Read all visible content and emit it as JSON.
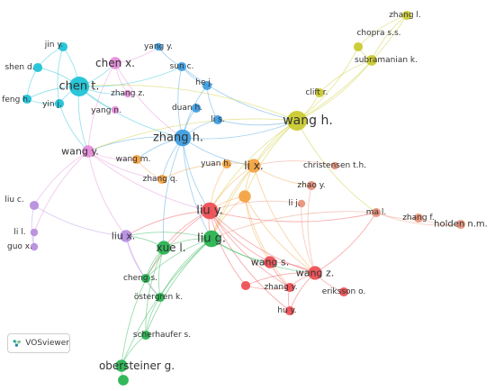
{
  "app": {
    "name": "VOSviewer"
  },
  "colors": {
    "cyan": "#19c2d6",
    "pink": "#e58ad8",
    "blue": "#3a9be0",
    "yellow": "#c9c92a",
    "orange": "#f3a13e",
    "red": "#ee4b50",
    "salmon": "#e89078",
    "purple": "#b58be0",
    "green": "#22b24c"
  },
  "nodes": [
    {
      "id": "chen_t",
      "label": "chen t.",
      "cluster": "cyan",
      "weight": 10
    },
    {
      "id": "jin_y",
      "label": "jin y.",
      "cluster": "cyan",
      "weight": 3
    },
    {
      "id": "shen_d",
      "label": "shen d.",
      "cluster": "cyan",
      "weight": 3
    },
    {
      "id": "feng_h",
      "label": "feng h.",
      "cluster": "cyan",
      "weight": 3
    },
    {
      "id": "yin_j",
      "label": "yin j.",
      "cluster": "cyan",
      "weight": 3
    },
    {
      "id": "chen_x",
      "label": "chen x.",
      "cluster": "pink",
      "weight": 5
    },
    {
      "id": "yang_y",
      "label": "yang y.",
      "cluster": "blue",
      "weight": 2
    },
    {
      "id": "sun_c",
      "label": "sun c.",
      "cluster": "blue",
      "weight": 3
    },
    {
      "id": "zhang_z",
      "label": "zhang z.",
      "cluster": "pink",
      "weight": 2
    },
    {
      "id": "yang_n",
      "label": "yang n.",
      "cluster": "pink",
      "weight": 2
    },
    {
      "id": "he_j",
      "label": "he j.",
      "cluster": "blue",
      "weight": 3
    },
    {
      "id": "duan_h",
      "label": "duan h.",
      "cluster": "blue",
      "weight": 3
    },
    {
      "id": "li_s",
      "label": "li s.",
      "cluster": "blue",
      "weight": 3
    },
    {
      "id": "zhang_h",
      "label": "zhang h.",
      "cluster": "blue",
      "weight": 8
    },
    {
      "id": "wang_y",
      "label": "wang y.",
      "cluster": "pink",
      "weight": 5
    },
    {
      "id": "wang_m",
      "label": "wang m.",
      "cluster": "orange",
      "weight": 3
    },
    {
      "id": "zhang_q",
      "label": "zhang q.",
      "cluster": "orange",
      "weight": 3
    },
    {
      "id": "yuan_h",
      "label": "yuan h.",
      "cluster": "orange",
      "weight": 3
    },
    {
      "id": "li_x",
      "label": "li x.",
      "cluster": "orange",
      "weight": 6
    },
    {
      "id": "wang_h",
      "label": "wang h.",
      "cluster": "yellow",
      "weight": 10
    },
    {
      "id": "zhang_l",
      "label": "zhang l.",
      "cluster": "yellow",
      "weight": 3
    },
    {
      "id": "chopra",
      "label": "chopra s.s.",
      "cluster": "yellow",
      "weight": 3
    },
    {
      "id": "subra",
      "label": "subramanian k.",
      "cluster": "yellow",
      "weight": 4
    },
    {
      "id": "clift_r",
      "label": "clift r.",
      "cluster": "yellow",
      "weight": 3
    },
    {
      "id": "christensen",
      "label": "christensen t.h.",
      "cluster": "salmon",
      "weight": 2
    },
    {
      "id": "zhao_y",
      "label": "zhao y.",
      "cluster": "salmon",
      "weight": 3
    },
    {
      "id": "li_j",
      "label": "li j.",
      "cluster": "salmon",
      "weight": 2
    },
    {
      "id": "ma_l",
      "label": "ma l.",
      "cluster": "salmon",
      "weight": 3
    },
    {
      "id": "zhang_f",
      "label": "zhang f.",
      "cluster": "salmon",
      "weight": 3
    },
    {
      "id": "holden",
      "label": "holden n.m.",
      "cluster": "salmon",
      "weight": 3
    },
    {
      "id": "liu_c",
      "label": "liu c.",
      "cluster": "purple",
      "weight": 3
    },
    {
      "id": "li_l",
      "label": "li l.",
      "cluster": "purple",
      "weight": 2
    },
    {
      "id": "guo_x",
      "label": "guo x.",
      "cluster": "purple",
      "weight": 2
    },
    {
      "id": "liu_x",
      "label": "liu x.",
      "cluster": "purple",
      "weight": 5
    },
    {
      "id": "liu_y",
      "label": "liu y.",
      "cluster": "red",
      "weight": 8
    },
    {
      "id": "liu_g",
      "label": "liu g.",
      "cluster": "green",
      "weight": 8
    },
    {
      "id": "xue_l",
      "label": "xue l.",
      "cluster": "green",
      "weight": 6
    },
    {
      "id": "wang_s",
      "label": "wang s.",
      "cluster": "red",
      "weight": 5
    },
    {
      "id": "wang_z",
      "label": "wang z.",
      "cluster": "red",
      "weight": 6
    },
    {
      "id": "zhang_y",
      "label": "zhang y.",
      "cluster": "red",
      "weight": 3
    },
    {
      "id": "hu_y",
      "label": "hu y.",
      "cluster": "red",
      "weight": 3
    },
    {
      "id": "eriksson",
      "label": "eriksson o.",
      "cluster": "red",
      "weight": 3
    },
    {
      "id": "cheng_s",
      "label": "cheng s.",
      "cluster": "green",
      "weight": 3
    },
    {
      "id": "ostergren",
      "label": "östergren k.",
      "cluster": "green",
      "weight": 3
    },
    {
      "id": "scherhaufer",
      "label": "scherhaufer s.",
      "cluster": "green",
      "weight": 3
    },
    {
      "id": "obersteiner",
      "label": "obersteiner g.",
      "cluster": "green",
      "weight": 5
    },
    {
      "id": "orange_hub",
      "label": "",
      "cluster": "orange",
      "weight": 5
    },
    {
      "id": "red_small",
      "label": "",
      "cluster": "red",
      "weight": 3
    },
    {
      "id": "green_bottom",
      "label": "",
      "cluster": "green",
      "weight": 4
    }
  ],
  "edges": [
    [
      "chen_t",
      "jin_y"
    ],
    [
      "chen_t",
      "shen_d"
    ],
    [
      "chen_t",
      "feng_h"
    ],
    [
      "chen_t",
      "yin_j"
    ],
    [
      "chen_t",
      "chen_x"
    ],
    [
      "chen_t",
      "zhang_z"
    ],
    [
      "chen_t",
      "zhang_h"
    ],
    [
      "chen_t",
      "wang_y"
    ],
    [
      "chen_t",
      "sun_c"
    ],
    [
      "chen_t",
      "yang_n"
    ],
    [
      "jin_y",
      "shen_d"
    ],
    [
      "jin_y",
      "yin_j"
    ],
    [
      "shen_d",
      "feng_h"
    ],
    [
      "feng_h",
      "yin_j"
    ],
    [
      "yin_j",
      "wang_y"
    ],
    [
      "chen_x",
      "zhang_z"
    ],
    [
      "chen_x",
      "wang_y"
    ],
    [
      "chen_x",
      "zhang_h"
    ],
    [
      "chen_x",
      "yang_y"
    ],
    [
      "yang_y",
      "sun_c"
    ],
    [
      "sun_c",
      "zhang_h"
    ],
    [
      "sun_c",
      "he_j"
    ],
    [
      "sun_c",
      "wang_h"
    ],
    [
      "he_j",
      "zhang_h"
    ],
    [
      "duan_h",
      "zhang_h"
    ],
    [
      "li_s",
      "zhang_h"
    ],
    [
      "li_s",
      "wang_h"
    ],
    [
      "he_j",
      "li_s"
    ],
    [
      "zhang_h",
      "wang_h"
    ],
    [
      "zhang_h",
      "wang_m"
    ],
    [
      "zhang_h",
      "zhang_q"
    ],
    [
      "zhang_h",
      "li_x"
    ],
    [
      "zhang_h",
      "liu_y"
    ],
    [
      "zhang_h",
      "liu_g"
    ],
    [
      "zhang_h",
      "wang_y"
    ],
    [
      "zhang_h",
      "xue_l"
    ],
    [
      "wang_y",
      "wang_m"
    ],
    [
      "wang_y",
      "liu_x"
    ],
    [
      "wang_y",
      "liu_c"
    ],
    [
      "wang_y",
      "li_l"
    ],
    [
      "wang_y",
      "liu_y"
    ],
    [
      "wang_y",
      "zhang_q"
    ],
    [
      "liu_c",
      "guo_x"
    ],
    [
      "li_l",
      "guo_x"
    ],
    [
      "liu_c",
      "liu_x"
    ],
    [
      "wang_h",
      "zhang_l"
    ],
    [
      "wang_h",
      "chopra"
    ],
    [
      "wang_h",
      "subra"
    ],
    [
      "wang_h",
      "clift_r"
    ],
    [
      "wang_h",
      "li_x"
    ],
    [
      "wang_h",
      "liu_y"
    ],
    [
      "wang_h",
      "liu_g"
    ],
    [
      "wang_h",
      "chen_t"
    ],
    [
      "wang_h",
      "orange_hub"
    ],
    [
      "wang_h",
      "wang_y"
    ],
    [
      "zhang_l",
      "chopra"
    ],
    [
      "chopra",
      "subra"
    ],
    [
      "subra",
      "clift_r"
    ],
    [
      "zhang_l",
      "subra"
    ],
    [
      "li_x",
      "yuan_h"
    ],
    [
      "li_x",
      "orange_hub"
    ],
    [
      "li_x",
      "liu_y"
    ],
    [
      "li_x",
      "liu_g"
    ],
    [
      "li_x",
      "zhao_y"
    ],
    [
      "li_x",
      "wang_z"
    ],
    [
      "orange_hub",
      "liu_y"
    ],
    [
      "orange_hub",
      "liu_g"
    ],
    [
      "orange_hub",
      "wang_s"
    ],
    [
      "orange_hub",
      "wang_z"
    ],
    [
      "orange_hub",
      "zhang_y"
    ],
    [
      "liu_y",
      "liu_g"
    ],
    [
      "liu_y",
      "xue_l"
    ],
    [
      "liu_y",
      "wang_s"
    ],
    [
      "liu_y",
      "wang_z"
    ],
    [
      "liu_y",
      "zhang_y"
    ],
    [
      "liu_y",
      "hu_y"
    ],
    [
      "liu_y",
      "red_small"
    ],
    [
      "liu_y",
      "liu_x"
    ],
    [
      "liu_y",
      "cheng_s"
    ],
    [
      "liu_y",
      "ma_l"
    ],
    [
      "liu_g",
      "xue_l"
    ],
    [
      "liu_g",
      "cheng_s"
    ],
    [
      "liu_g",
      "ostergren"
    ],
    [
      "liu_g",
      "scherhaufer"
    ],
    [
      "liu_g",
      "obersteiner"
    ],
    [
      "liu_g",
      "wang_s"
    ],
    [
      "liu_g",
      "liu_x"
    ],
    [
      "liu_g",
      "wang_z"
    ],
    [
      "xue_l",
      "cheng_s"
    ],
    [
      "xue_l",
      "ostergren"
    ],
    [
      "xue_l",
      "scherhaufer"
    ],
    [
      "xue_l",
      "obersteiner"
    ],
    [
      "xue_l",
      "liu_x"
    ],
    [
      "cheng_s",
      "ostergren"
    ],
    [
      "ostergren",
      "scherhaufer"
    ],
    [
      "scherhaufer",
      "obersteiner"
    ],
    [
      "obersteiner",
      "green_bottom"
    ],
    [
      "wang_z",
      "wang_s"
    ],
    [
      "wang_z",
      "zhang_y"
    ],
    [
      "wang_z",
      "hu_y"
    ],
    [
      "wang_z",
      "eriksson"
    ],
    [
      "wang_z",
      "ma_l"
    ],
    [
      "wang_z",
      "red_small"
    ],
    [
      "wang_s",
      "zhang_y"
    ],
    [
      "zhang_y",
      "hu_y"
    ],
    [
      "red_small",
      "zhang_y"
    ],
    [
      "ma_l",
      "zhang_f"
    ],
    [
      "zhang_f",
      "holden"
    ],
    [
      "ma_l",
      "holden"
    ],
    [
      "ma_l",
      "liu_g"
    ],
    [
      "christensen",
      "li_x"
    ],
    [
      "li_j",
      "liu_y"
    ],
    [
      "zhao_y",
      "wang_z"
    ],
    [
      "li_j",
      "wang_z"
    ],
    [
      "yuan_h",
      "liu_y"
    ],
    [
      "yuan_h",
      "zhang_q"
    ],
    [
      "wang_m",
      "zhang_q"
    ],
    [
      "liu_x",
      "ostergren"
    ],
    [
      "liu_x",
      "cheng_s"
    ],
    [
      "wang_h",
      "ma_l"
    ]
  ]
}
